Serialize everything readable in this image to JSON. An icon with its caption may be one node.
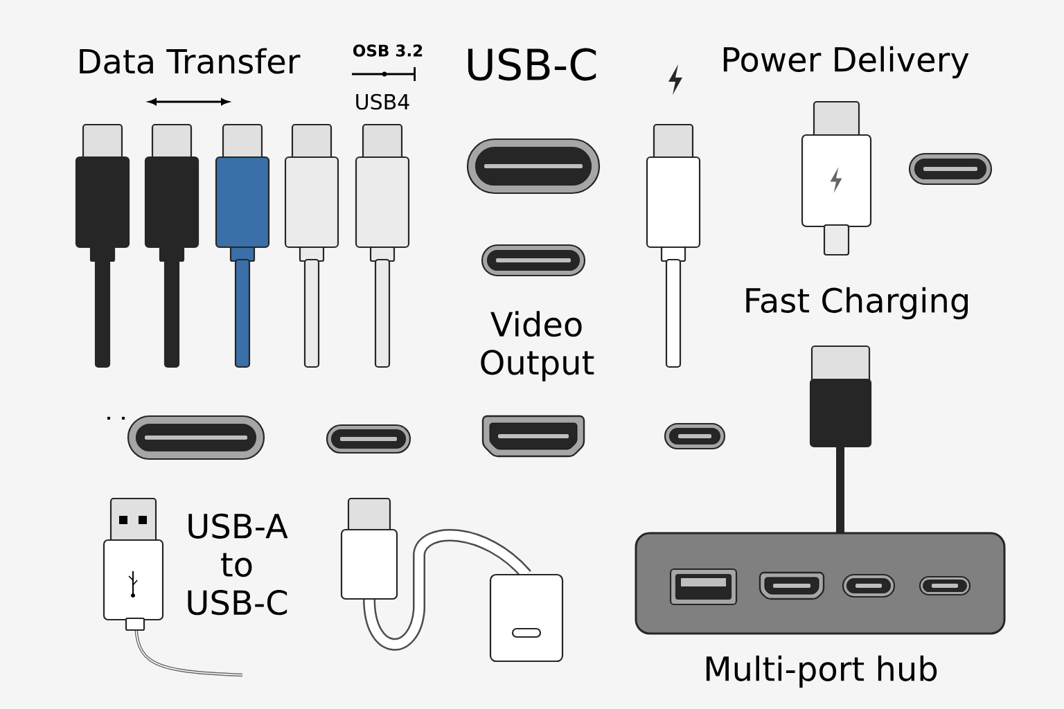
{
  "diagram": {
    "labels": [
      "Data Transfer",
      "OSB 3.2",
      "USB4",
      "USB-C",
      "Power Delivery",
      "Fast Charging",
      "Video Output",
      "USB-A to USB-C",
      "Multi-port hub"
    ]
  }
}
